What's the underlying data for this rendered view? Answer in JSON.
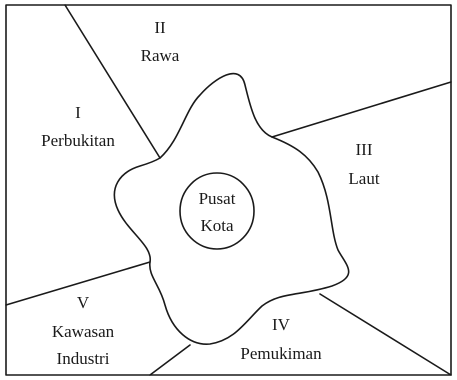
{
  "diagram": {
    "zones": [
      {
        "numeral": "I",
        "name": "Perbukitan"
      },
      {
        "numeral": "II",
        "name": "Rawa"
      },
      {
        "numeral": "III",
        "name": "Laut"
      },
      {
        "numeral": "IV",
        "name": "Pemukiman"
      },
      {
        "numeral": "V",
        "name": "Kawasan",
        "name2": "Industri"
      }
    ],
    "center": {
      "line1": "Pusat",
      "line2": "Kota"
    }
  }
}
